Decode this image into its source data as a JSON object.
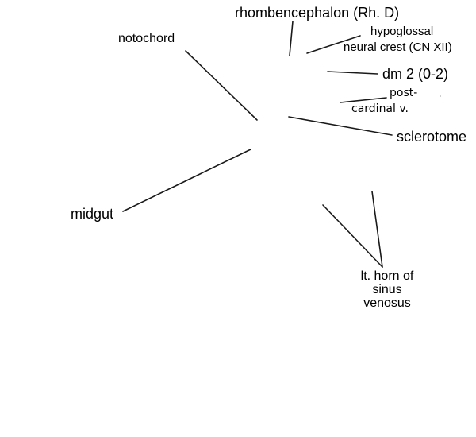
{
  "labels": {
    "rhombencephalon": "rhombencephalon (Rh. D)",
    "notochord": "notochord",
    "hypoglossal_line1": "hypoglossal",
    "hypoglossal_line2": "neural crest (CN XII)",
    "dm2": "dm 2 (0-2)",
    "postcardinal_line1": "post-",
    "postcardinal_line2": "cardinal v.",
    "sclerotome": "sclerotome",
    "midgut": "midgut",
    "sinus_line1": "lt. horn of",
    "sinus_line2": "sinus",
    "sinus_line3": "venosus"
  }
}
